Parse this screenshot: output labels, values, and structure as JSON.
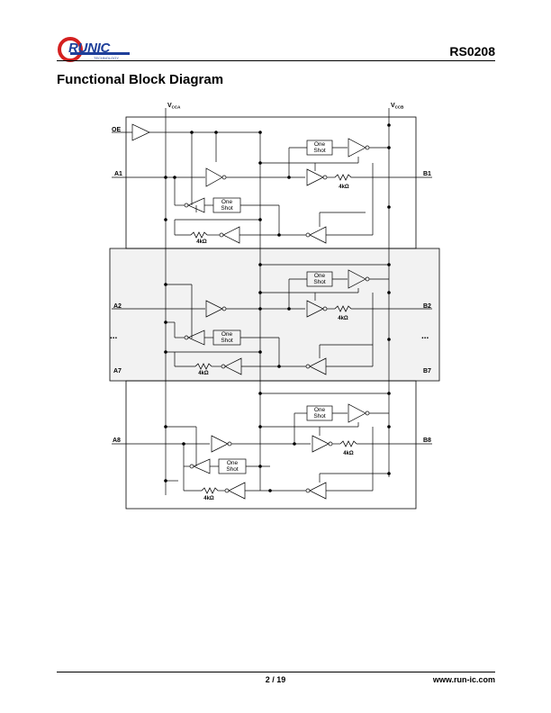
{
  "header": {
    "logo_text": "RUNIC",
    "logo_subtext": "TECHNOLOGY",
    "part_number": "RS0208"
  },
  "section_title": "Functional Block Diagram",
  "diagram": {
    "supply_a": "V",
    "supply_a_sub": "CCA",
    "supply_b": "V",
    "supply_b_sub": "CCB",
    "oe": "OE",
    "a1": "A1",
    "b1": "B1",
    "a2": "A2",
    "b2": "B2",
    "a7": "A7",
    "b7": "B7",
    "a8": "A8",
    "b8": "B8",
    "ellipsis": "...",
    "one": "One",
    "shot": "Shot",
    "resistor": "4kΩ"
  },
  "footer": {
    "page": "2 / 19",
    "website": "www.run-ic.com"
  }
}
